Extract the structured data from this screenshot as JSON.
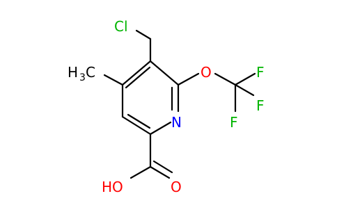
{
  "colors": {
    "bond": "#000000",
    "chlorine": "#00b400",
    "nitrogen": "#0000ff",
    "oxygen": "#ff0000",
    "fluorine": "#00b400"
  },
  "atoms": {
    "cl": "Cl",
    "methyl_h": "H",
    "methyl_sub": "3",
    "methyl_c": "C",
    "o_ether": "O",
    "n_ring": "N",
    "f_top": "F",
    "f_right": "F",
    "f_bottom": "F",
    "o_carbonyl": "O",
    "oh": "HO"
  }
}
